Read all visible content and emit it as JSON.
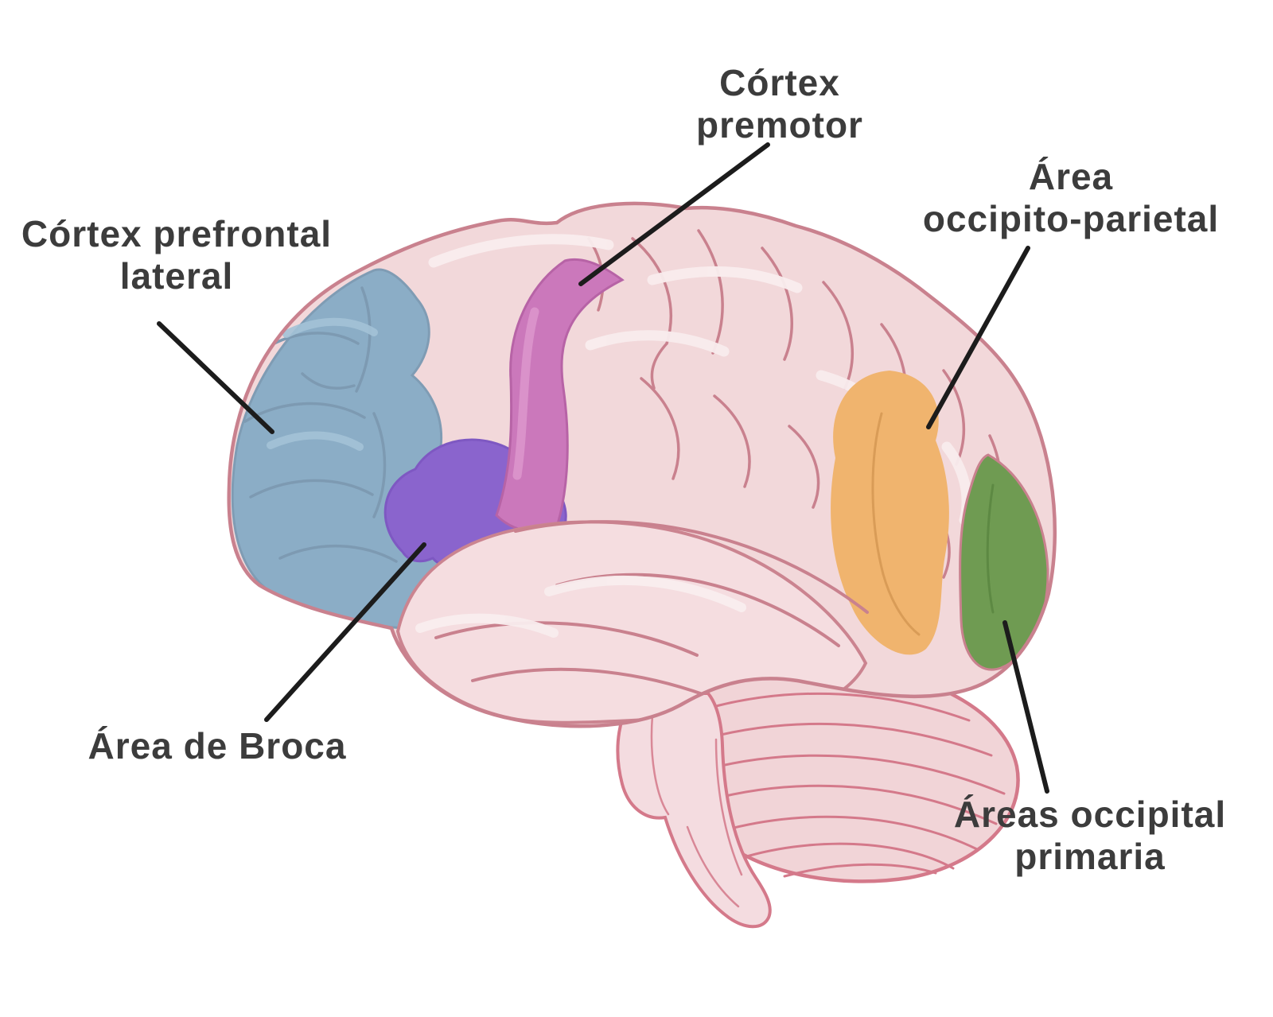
{
  "labels": {
    "premotor": {
      "line1": "Córtex",
      "line2": "premotor"
    },
    "occipito_parietal": {
      "line1": "Área",
      "line2": "occipito-parietal"
    },
    "prefrontal": {
      "line1": "Córtex prefrontal",
      "line2": "lateral"
    },
    "broca": {
      "line1": "Área de Broca"
    },
    "occipital": {
      "line1": "Áreas occipital",
      "line2": "primaria"
    }
  },
  "regions": [
    {
      "name": "cortex-prefrontal-lateral",
      "color": "#8badc6"
    },
    {
      "name": "area-de-broca",
      "color": "#8a64cd"
    },
    {
      "name": "cortex-premotor",
      "color": "#cb78bb"
    },
    {
      "name": "area-occipito-parietal",
      "color": "#f0b46e"
    },
    {
      "name": "areas-occipital-primaria",
      "color": "#6f9b52"
    }
  ],
  "brain": {
    "fill": "#f2d8da",
    "outline": "#c9818e",
    "temporal_fill": "#f5dde0",
    "cerebellum_fill": "#f1d4d7",
    "cerebellum_outline": "#d4798a",
    "highlight": "#f9edee",
    "blue_sulci": "#7d9ab2",
    "background": "#ffffff"
  },
  "annotation": {
    "line_color": "#1c1c1c",
    "text_color": "#3c3c3c"
  }
}
